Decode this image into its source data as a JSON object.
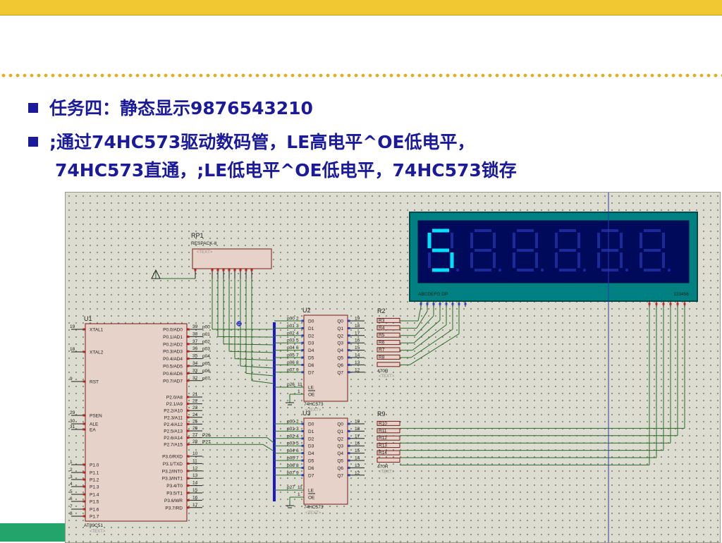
{
  "slide": {
    "bullets": [
      "任务四：静态显示9876543210",
      ";通过74HC573驱动数码管，LE高电平^OE低电平，"
    ],
    "bullet_continuation": "74HC573直通，;LE低电平^OE低电平，74HC573锁存"
  },
  "colors": {
    "accent_bar": "#f2c832",
    "bullet": "#1a1a9a",
    "bus": "#1a1acc",
    "display_bg": "#008080",
    "segment_on": "#00e0ff",
    "bottom_bar": "#23a46a"
  },
  "schematic": {
    "rp1": {
      "ref": "RP1",
      "part": "RESPACK-8",
      "text": "<TEXT>"
    },
    "u1": {
      "ref": "U1",
      "part": "AT89C51",
      "text": "<TEXT>",
      "left_pins": [
        {
          "num": "19",
          "name": "XTAL1"
        },
        {
          "num": "18",
          "name": "XTAL2"
        },
        {
          "num": "9",
          "name": "RST"
        },
        {
          "num": "29",
          "name": "PSEN"
        },
        {
          "num": "30",
          "name": "ALE"
        },
        {
          "num": "31",
          "name": "EA"
        },
        {
          "num": "1",
          "name": "P1.0"
        },
        {
          "num": "2",
          "name": "P1.1"
        },
        {
          "num": "3",
          "name": "P1.2"
        },
        {
          "num": "4",
          "name": "P1.3"
        },
        {
          "num": "5",
          "name": "P1.4"
        },
        {
          "num": "6",
          "name": "P1.5"
        },
        {
          "num": "7",
          "name": "P1.6"
        },
        {
          "num": "8",
          "name": "P1.7"
        }
      ],
      "right_pins": [
        {
          "num": "39",
          "name": "P0.0/AD0",
          "net": "p00"
        },
        {
          "num": "38",
          "name": "P0.1/AD1",
          "net": "p01"
        },
        {
          "num": "37",
          "name": "P0.2/AD2",
          "net": "p02"
        },
        {
          "num": "36",
          "name": "P0.3/AD3",
          "net": "p03"
        },
        {
          "num": "35",
          "name": "P0.4/AD4",
          "net": "p04"
        },
        {
          "num": "34",
          "name": "P0.5/AD5",
          "net": "p05"
        },
        {
          "num": "33",
          "name": "P0.6/AD6",
          "net": "p06"
        },
        {
          "num": "32",
          "name": "P0.7/AD7",
          "net": "p07"
        },
        {
          "num": "21",
          "name": "P2.0/A8",
          "net": ""
        },
        {
          "num": "22",
          "name": "P2.1/A9",
          "net": ""
        },
        {
          "num": "23",
          "name": "P2.2/A10",
          "net": ""
        },
        {
          "num": "24",
          "name": "P2.3/A11",
          "net": ""
        },
        {
          "num": "25",
          "name": "P2.4/A12",
          "net": ""
        },
        {
          "num": "26",
          "name": "P2.5/A13",
          "net": ""
        },
        {
          "num": "27",
          "name": "P2.6/A14",
          "net": "P26"
        },
        {
          "num": "28",
          "name": "P2.7/A15",
          "net": "P27"
        },
        {
          "num": "10",
          "name": "P3.0/RXD",
          "net": ""
        },
        {
          "num": "11",
          "name": "P3.1/TXD",
          "net": ""
        },
        {
          "num": "12",
          "name": "P3.2/INT0",
          "net": ""
        },
        {
          "num": "13",
          "name": "P3.3/INT1",
          "net": ""
        },
        {
          "num": "14",
          "name": "P3.4/T0",
          "net": ""
        },
        {
          "num": "15",
          "name": "P3.5/T1",
          "net": ""
        },
        {
          "num": "16",
          "name": "P3.6/WR",
          "net": ""
        },
        {
          "num": "17",
          "name": "P3.7/RD",
          "net": ""
        }
      ]
    },
    "u2": {
      "ref": "U2",
      "part": "74HC573",
      "text": "<TEXT>",
      "le_net": "p26",
      "oe": "OE",
      "le": "LE"
    },
    "u3": {
      "ref": "U3",
      "part": "74HC573",
      "text": "<TEXT>",
      "le_net": "p27",
      "oe": "OE",
      "le": "LE"
    },
    "latch_inputs": [
      {
        "net": "p00",
        "pin": "2",
        "d": "D0"
      },
      {
        "net": "p01",
        "pin": "3",
        "d": "D1"
      },
      {
        "net": "p02",
        "pin": "4",
        "d": "D2"
      },
      {
        "net": "p03",
        "pin": "5",
        "d": "D3"
      },
      {
        "net": "p04",
        "pin": "6",
        "d": "D4"
      },
      {
        "net": "p05",
        "pin": "7",
        "d": "D5"
      },
      {
        "net": "p06",
        "pin": "8",
        "d": "D6"
      },
      {
        "net": "p07",
        "pin": "9",
        "d": "D7"
      }
    ],
    "latch_outputs": [
      {
        "q": "Q0",
        "pin": "19"
      },
      {
        "q": "Q1",
        "pin": "18"
      },
      {
        "q": "Q2",
        "pin": "17"
      },
      {
        "q": "Q3",
        "pin": "16"
      },
      {
        "q": "Q4",
        "pin": "15"
      },
      {
        "q": "Q5",
        "pin": "14"
      },
      {
        "q": "Q6",
        "pin": "13"
      },
      {
        "q": "Q7",
        "pin": "12"
      }
    ],
    "pin_le": "11",
    "pin_oe": "1",
    "resistors_top": {
      "labels": [
        "R2",
        "R3",
        "R4",
        "R5",
        "R6",
        "R7",
        "R8"
      ],
      "value": "470R",
      "text": "<TEXT>"
    },
    "resistors_bottom": {
      "labels": [
        "R9",
        "R10",
        "R11",
        "R12",
        "R13",
        "R14"
      ],
      "value": "470R",
      "text": "<TEXT>"
    },
    "display": {
      "segments_label": "ABCDEFG  DP",
      "digits_label": "123456",
      "digits": [
        "5",
        "",
        "",
        "",
        "",
        ""
      ]
    }
  }
}
